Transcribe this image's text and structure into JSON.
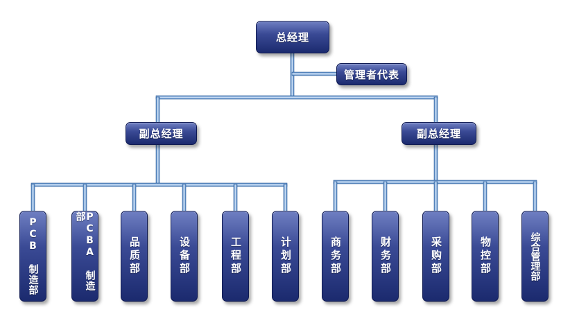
{
  "org_chart": {
    "general_manager": "总经理",
    "management_representative": "管理者代表",
    "deputy_gm_left": "副总经理",
    "deputy_gm_right": "副总经理",
    "left_departments": [
      "PCB 制造部",
      "PCBA 制造部",
      "品质部",
      "设备部",
      "工程部",
      "计划部"
    ],
    "right_departments": [
      "商务部",
      "财务部",
      "采购部",
      "物控部",
      "综合管理部"
    ]
  }
}
